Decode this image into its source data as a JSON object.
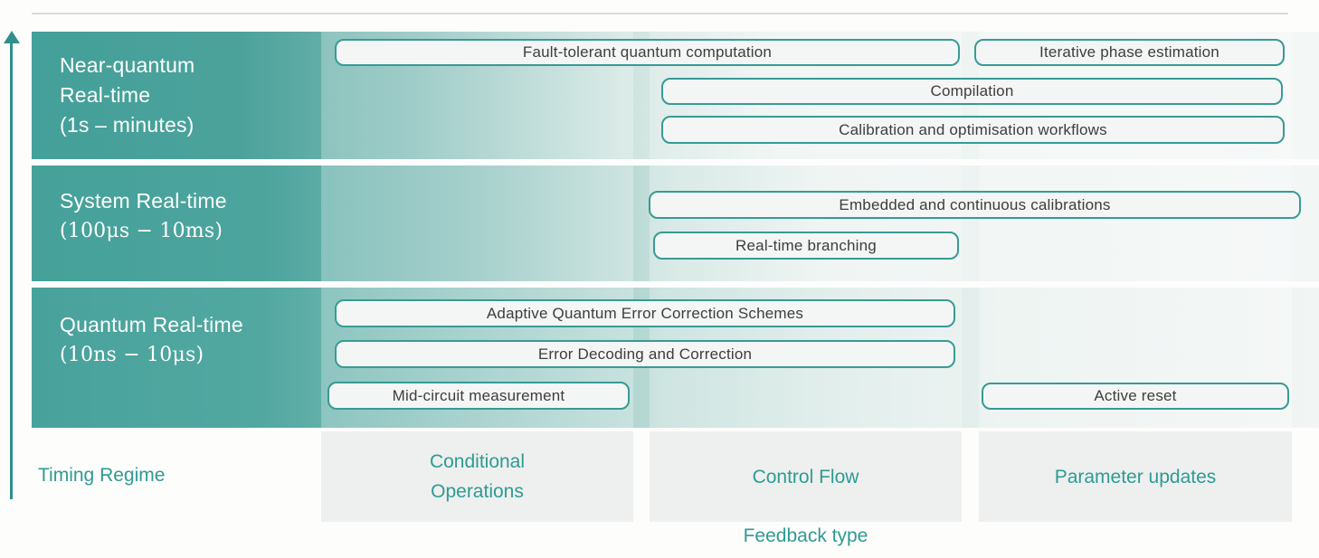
{
  "diagram": {
    "timing_axis_label": "Timing Regime",
    "feedback_axis_label": "Feedback type",
    "rows": [
      {
        "lines": [
          "Near-quantum",
          "Real-time"
        ],
        "range": "(1s – minutes)"
      },
      {
        "lines": [
          "System Real-time"
        ],
        "range": "(100μs − 10ms)"
      },
      {
        "lines": [
          "Quantum Real-time"
        ],
        "range": "(10ns − 10μs)"
      }
    ],
    "columns": [
      {
        "label": "Conditional Operations"
      },
      {
        "label": "Control Flow"
      },
      {
        "label": "Parameter updates"
      }
    ],
    "pills": [
      {
        "label": "Fault-tolerant quantum computation"
      },
      {
        "label": "Iterative phase estimation"
      },
      {
        "label": "Compilation"
      },
      {
        "label": "Calibration and optimisation workflows"
      },
      {
        "label": "Embedded and continuous calibrations"
      },
      {
        "label": "Real-time branching"
      },
      {
        "label": "Adaptive Quantum Error Correction Schemes"
      },
      {
        "label": "Error Decoding and Correction"
      },
      {
        "label": "Mid-circuit measurement"
      },
      {
        "label": "Active reset"
      }
    ],
    "colors": {
      "teal_accent": "#2f9a93",
      "band_teal": "#49a29b",
      "band_fade": "#f3f7f5",
      "pill_border": "#379b94",
      "pill_bg": "#f4f6f5",
      "pill_text": "#3d3d3d",
      "column_bg": "#edf0ee",
      "row_label_text": "#fdfefd",
      "top_rule": "#d9dad9"
    }
  }
}
